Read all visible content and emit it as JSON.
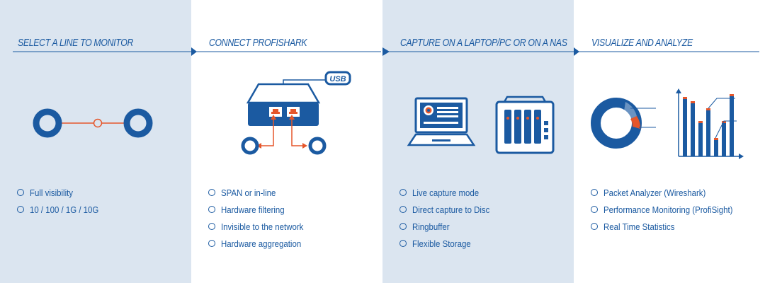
{
  "colors": {
    "blue": "#1b5aa1",
    "orange": "#e5562b",
    "shaded": "#dbe5f0",
    "white": "#ffffff"
  },
  "steps": [
    {
      "title": "SELECT A LINE TO MONITOR",
      "features": [
        "Full visibility",
        "10 / 100 / 1G / 10G"
      ]
    },
    {
      "title": "CONNECT PROFISHARK",
      "usb_label": "USB",
      "features": [
        "SPAN or in-line",
        "Hardware filtering",
        "Invisible to the network",
        "Hardware aggregation"
      ]
    },
    {
      "title": "CAPTURE ON A LAPTOP/PC OR ON A NAS",
      "features": [
        "Live capture mode",
        "Direct capture to Disc",
        "Ringbuffer",
        "Flexible Storage"
      ]
    },
    {
      "title": "VISUALIZE AND ANALYZE",
      "features": [
        "Packet Analyzer (Wireshark)",
        "Performance Monitoring (ProfiSight)",
        "Real Time Statistics"
      ]
    }
  ]
}
